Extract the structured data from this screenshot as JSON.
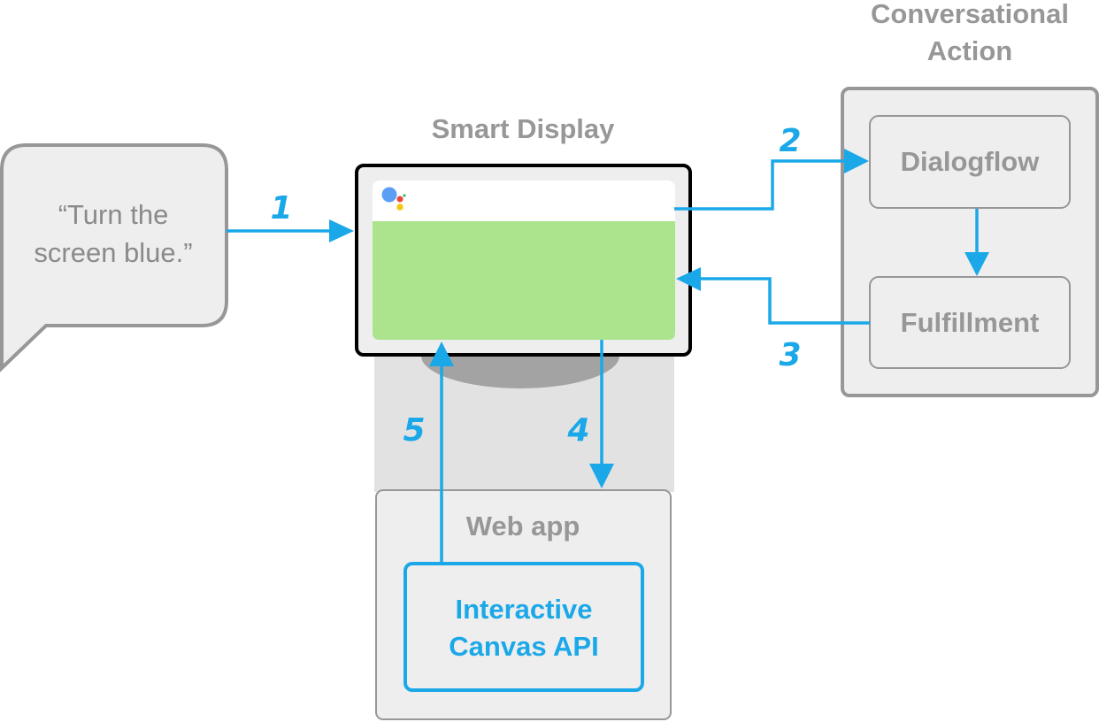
{
  "title": "Interactive Canvas flow diagram",
  "colors": {
    "arrow": "#1ba8e8",
    "box_fill": "#eeeeee",
    "box_stroke": "#979797",
    "label_text": "#979797",
    "screen_green": "#abe48c",
    "device_frame": "#000000",
    "stand": "#a3a3a3",
    "assistant_blue": "#5a9ff4",
    "assistant_red": "#e9473d",
    "assistant_yellow": "#f7c513",
    "assistant_green": "#2ebd60"
  },
  "user_bubble": {
    "line1": "“Turn the",
    "line2": "screen blue.”"
  },
  "smart_display": {
    "label": "Smart Display",
    "icon": "google-assistant-icon"
  },
  "conversational_action": {
    "label_line1": "Conversational",
    "label_line2": "Action",
    "dialogflow": "Dialogflow",
    "fulfillment": "Fulfillment"
  },
  "web_app": {
    "label": "Web app",
    "api_line1": "Interactive",
    "api_line2": "Canvas API"
  },
  "steps": [
    {
      "number": "1",
      "from": "user",
      "to": "Smart Display"
    },
    {
      "number": "2",
      "from": "Smart Display",
      "to": "Dialogflow"
    },
    {
      "number": "3",
      "from": "Fulfillment",
      "to": "Smart Display"
    },
    {
      "number": "4",
      "from": "Smart Display",
      "to": "Web app"
    },
    {
      "number": "5",
      "from": "Interactive Canvas API",
      "to": "Smart Display"
    }
  ]
}
